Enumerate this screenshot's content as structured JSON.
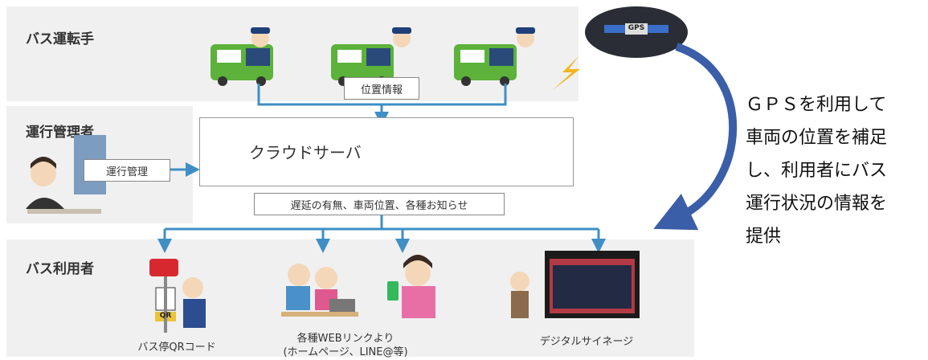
{
  "sections": {
    "driver": "バス運転手",
    "operator": "運行管理者",
    "user": "バス利用者"
  },
  "flows": {
    "position_info": "位置情報",
    "operation_mgmt": "運行管理",
    "cloud_server": "クラウドサーバ",
    "broadcast": "遅延の有無、車両位置、各種お知らせ"
  },
  "gps_badge": "GPS",
  "bus_stop_qr": "QR",
  "user_channels": {
    "bus_stop": "バス停QRコード",
    "web_line": [
      "各種WEBリンクより",
      "(ホームページ、LINE@等)"
    ],
    "signage": "デジタルサイネージ"
  },
  "side_note": [
    "ＧＰＳを利用して",
    "車両の位置を補足",
    "し、利用者にバス",
    "運行状況の情報を",
    "提供"
  ],
  "colors": {
    "flow_blue": "#3f8fc6",
    "arrow_navy": "#3a5ea8",
    "bus_green": "#5cb23a",
    "gps_dark": "#2a2d35"
  }
}
